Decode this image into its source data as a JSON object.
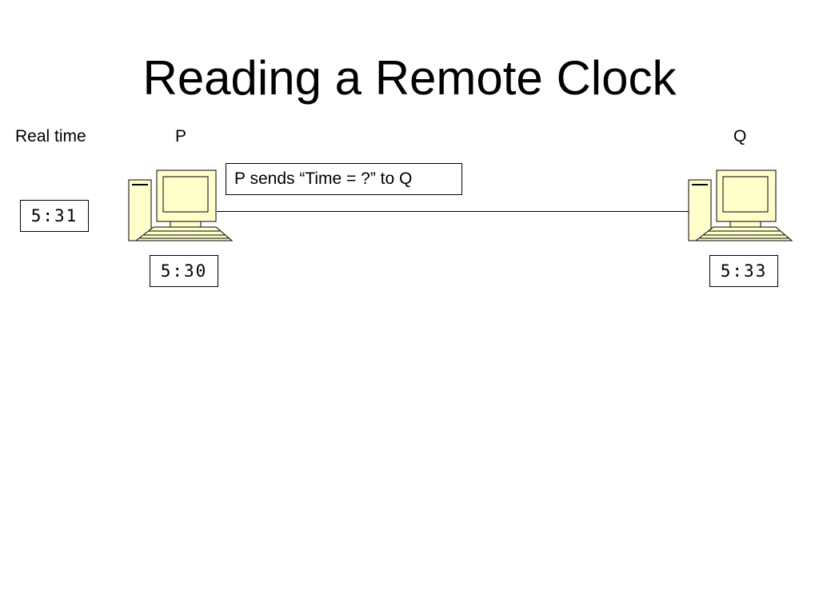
{
  "slide": {
    "title": "Reading a Remote Clock"
  },
  "labels": {
    "real_time": "Real time",
    "p": "P",
    "q": "Q"
  },
  "clocks": {
    "real": "5:31",
    "p": "5:30",
    "q": "5:33"
  },
  "message": {
    "text": "P sends “Time = ?” to Q"
  },
  "icons": {
    "computer": "desktop-computer-icon"
  },
  "colors": {
    "computer_fill": "#FFFFCC",
    "outline": "#000000"
  }
}
